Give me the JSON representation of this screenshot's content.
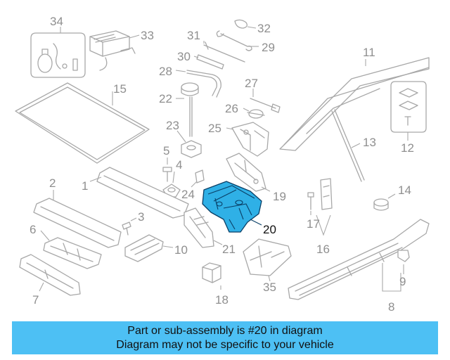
{
  "callouts": {
    "c1": "1",
    "c2": "2",
    "c3": "3",
    "c4": "4",
    "c5": "5",
    "c6": "6",
    "c7": "7",
    "c8": "8",
    "c9": "9",
    "c10": "10",
    "c11": "11",
    "c12": "12",
    "c13": "13",
    "c14": "14",
    "c15": "15",
    "c16": "16",
    "c17": "17",
    "c18": "18",
    "c19": "19",
    "c20": "20",
    "c21": "21",
    "c22": "22",
    "c23": "23",
    "c24": "24",
    "c25": "25",
    "c26": "26",
    "c27": "27",
    "c28": "28",
    "c29": "29",
    "c30": "30",
    "c31": "31",
    "c32": "32",
    "c33": "33",
    "c34": "34",
    "c35": "35"
  },
  "highlighted_part": "20",
  "colors": {
    "highlight_fill": "#2fb0e6",
    "highlight_stroke": "#0a3f66",
    "banner": "#4dc0f4",
    "line_art": "#a8a8a8"
  },
  "banner": {
    "line1": "Part or sub-assembly is #20 in diagram",
    "line2": "Diagram may not be specific to your vehicle"
  }
}
